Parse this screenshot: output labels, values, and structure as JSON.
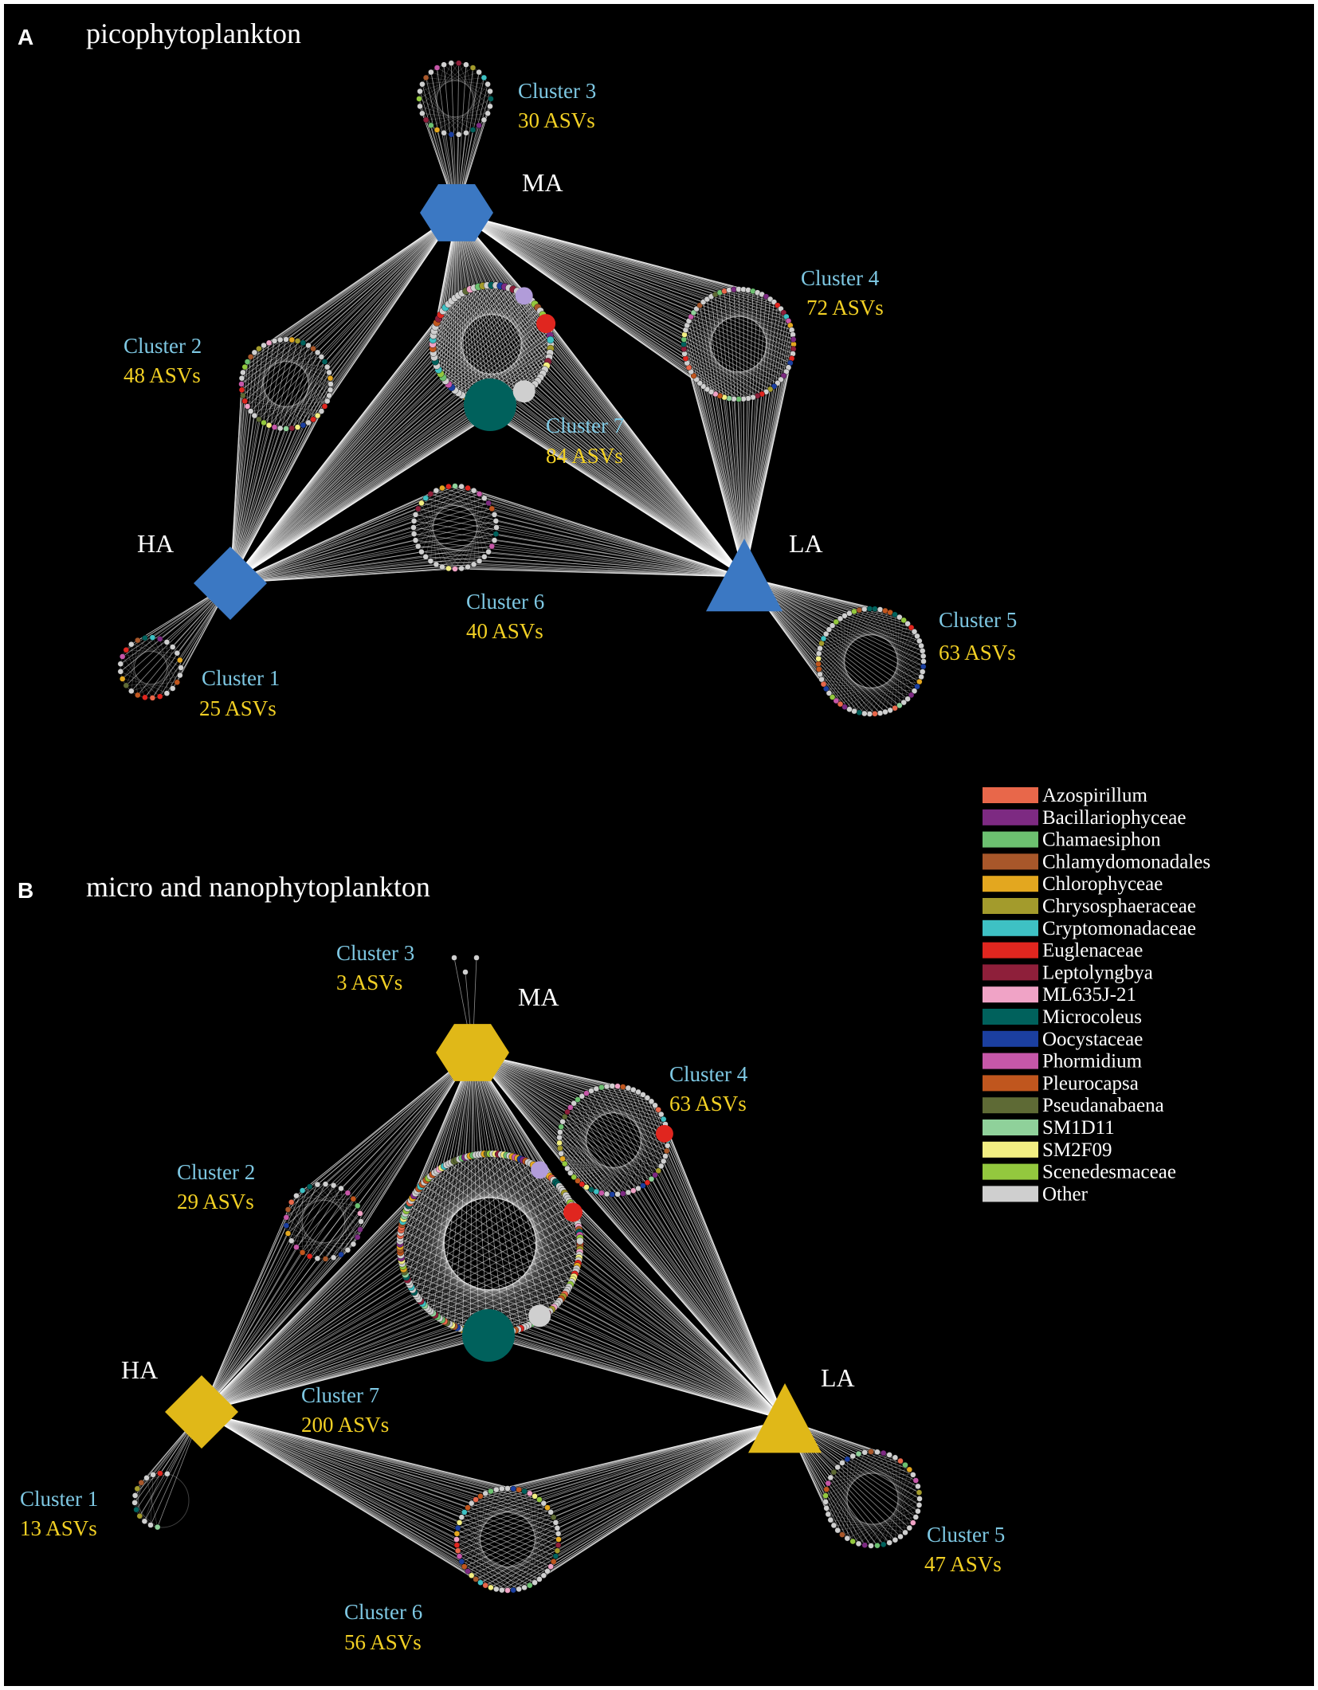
{
  "panels": [
    {
      "letter": "A",
      "title": "picophytoplankton",
      "hub_color": "#3b78c3",
      "hubs": [
        {
          "label": "MA",
          "shape": "hexagon"
        },
        {
          "label": "HA",
          "shape": "diamond"
        },
        {
          "label": "LA",
          "shape": "triangle"
        }
      ],
      "clusters": [
        {
          "name": "Cluster 3",
          "count": "30 ASVs"
        },
        {
          "name": "Cluster 4",
          "count": "72 ASVs"
        },
        {
          "name": "Cluster 2",
          "count": "48 ASVs"
        },
        {
          "name": "Cluster 7",
          "count": "84 ASVs"
        },
        {
          "name": "Cluster 6",
          "count": "40 ASVs"
        },
        {
          "name": "Cluster 1",
          "count": "25 ASVs"
        },
        {
          "name": "Cluster 5",
          "count": "63 ASVs"
        }
      ]
    },
    {
      "letter": "B",
      "title": "micro and nanophytoplankton",
      "hub_color": "#e0b818",
      "hubs": [
        {
          "label": "MA",
          "shape": "hexagon"
        },
        {
          "label": "HA",
          "shape": "diamond"
        },
        {
          "label": "LA",
          "shape": "triangle"
        }
      ],
      "clusters": [
        {
          "name": "Cluster 3",
          "count": "3  ASVs"
        },
        {
          "name": "Cluster 4",
          "count": "63  ASVs"
        },
        {
          "name": "Cluster 2",
          "count": "29  ASVs"
        },
        {
          "name": "Cluster 7",
          "count": "200 ASVs"
        },
        {
          "name": "Cluster 6",
          "count": "56  ASVs"
        },
        {
          "name": "Cluster 1",
          "count": "13  ASVs"
        },
        {
          "name": "Cluster 5",
          "count": "47  ASVs"
        }
      ]
    }
  ],
  "legend": [
    {
      "label": "Azospirillum",
      "color": "#e8674a"
    },
    {
      "label": "Bacillariophyceae",
      "color": "#7d2a82"
    },
    {
      "label": "Chamaesiphon",
      "color": "#6cc070"
    },
    {
      "label": "Chlamydomonadales",
      "color": "#a8572a"
    },
    {
      "label": "Chlorophyceae",
      "color": "#e3a71f"
    },
    {
      "label": "Chrysosphaeraceae",
      "color": "#a39b2c"
    },
    {
      "label": "Cryptomonadaceae",
      "color": "#3ec1c4"
    },
    {
      "label": "Euglenaceae",
      "color": "#e0261f"
    },
    {
      "label": "Leptolyngbya",
      "color": "#8e1f3a"
    },
    {
      "label": "ML635J-21",
      "color": "#f0a3c6"
    },
    {
      "label": "Microcoleus",
      "color": "#00615c"
    },
    {
      "label": "Oocystaceae",
      "color": "#1b3fa0"
    },
    {
      "label": "Phormidium",
      "color": "#c657a8"
    },
    {
      "label": "Pleurocapsa",
      "color": "#c0561e"
    },
    {
      "label": "Pseudanabaena",
      "color": "#5e6a35"
    },
    {
      "label": "SM1D11",
      "color": "#8fd19a"
    },
    {
      "label": "SM2F09",
      "color": "#f2ee82"
    },
    {
      "label": "Scenedesmaceae",
      "color": "#93c83e"
    },
    {
      "label": "Other",
      "color": "#cfcfcf"
    }
  ]
}
